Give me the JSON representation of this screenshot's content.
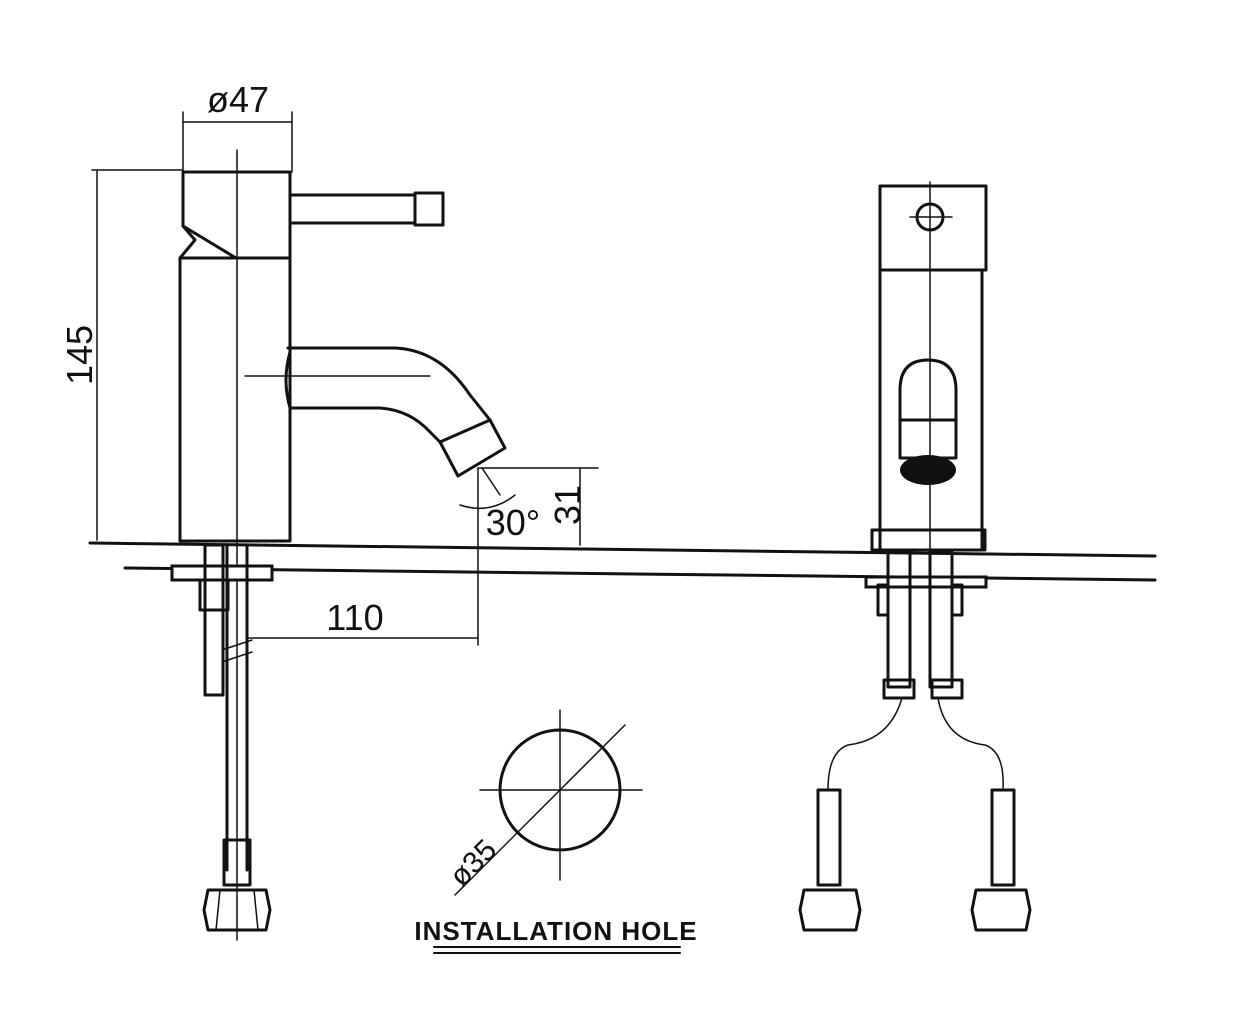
{
  "drawing": {
    "dimensions": {
      "body_diameter": "ø47",
      "height": "145",
      "spout_reach": "110",
      "spout_height": "31",
      "spout_angle": "30°",
      "hole_diameter": "ø35"
    },
    "caption": "INSTALLATION HOLE"
  }
}
